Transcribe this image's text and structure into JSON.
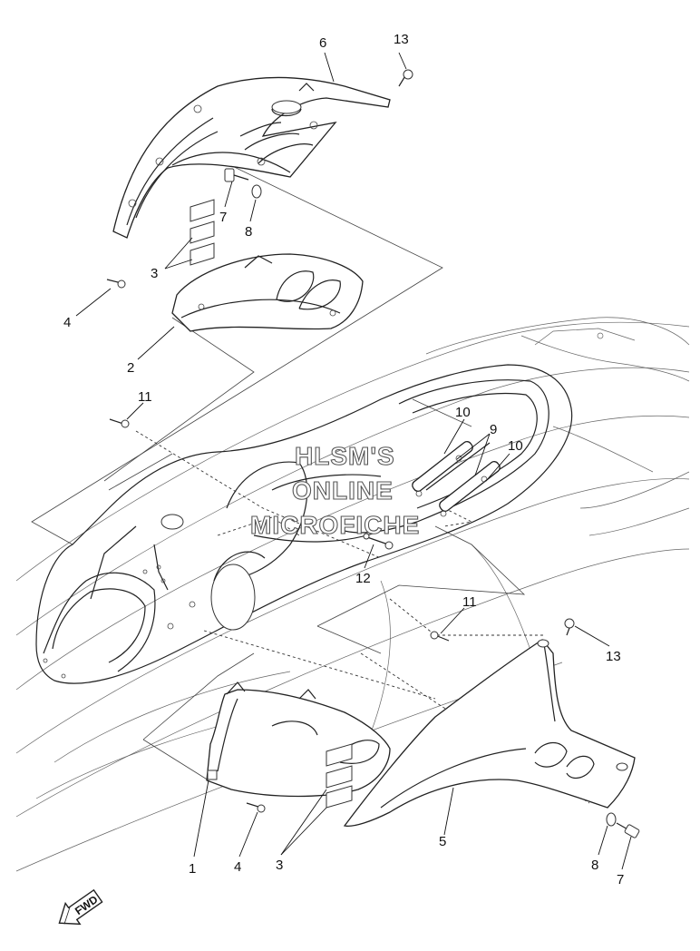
{
  "watermark": {
    "line1": "HLSM'S",
    "line2": "ONLINE",
    "line3": "MICROFICHE"
  },
  "fwd_badge": "FWD",
  "callouts": [
    {
      "id": "c13a",
      "text": "13"
    },
    {
      "id": "c6",
      "text": "6"
    },
    {
      "id": "c7a",
      "text": "7"
    },
    {
      "id": "c8a",
      "text": "8"
    },
    {
      "id": "c3a",
      "text": "3"
    },
    {
      "id": "c4a",
      "text": "4"
    },
    {
      "id": "c2",
      "text": "2"
    },
    {
      "id": "c11a",
      "text": "11"
    },
    {
      "id": "c10a",
      "text": "10"
    },
    {
      "id": "c9",
      "text": "9"
    },
    {
      "id": "c10b",
      "text": "10"
    },
    {
      "id": "c12",
      "text": "12"
    },
    {
      "id": "c11b",
      "text": "11"
    },
    {
      "id": "c13b",
      "text": "13"
    },
    {
      "id": "c1",
      "text": "1"
    },
    {
      "id": "c4b",
      "text": "4"
    },
    {
      "id": "c3b",
      "text": "3"
    },
    {
      "id": "c5",
      "text": "5"
    },
    {
      "id": "c8b",
      "text": "8"
    },
    {
      "id": "c7b",
      "text": "7"
    }
  ]
}
